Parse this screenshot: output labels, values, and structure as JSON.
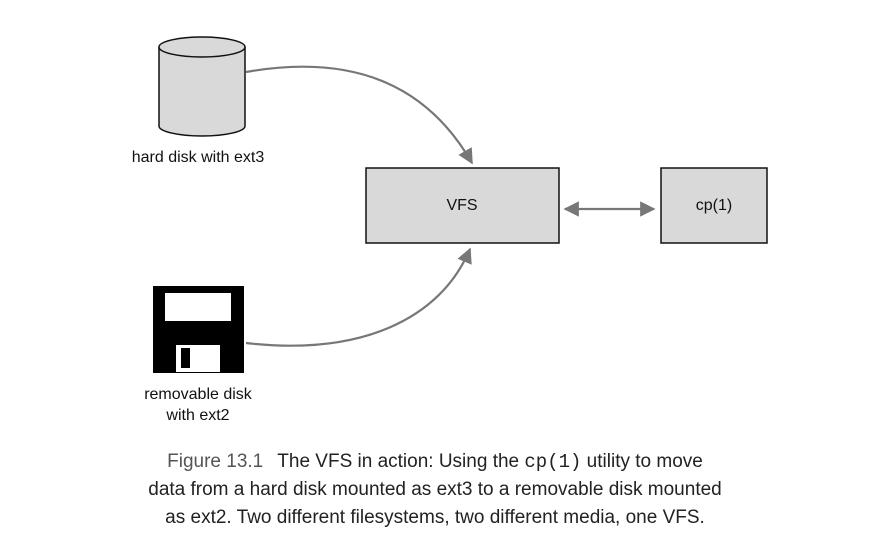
{
  "nodes": {
    "hard_disk": {
      "label": "hard disk with ext3",
      "icon": "hard-disk-cylinder-icon"
    },
    "removable_disk": {
      "label_line1": "removable disk",
      "label_line2": "with ext2",
      "icon": "floppy-disk-icon"
    },
    "vfs": {
      "label": "VFS"
    },
    "cp": {
      "label": "cp(1)"
    }
  },
  "caption": {
    "figure_number": "Figure 13.1",
    "part1": "The VFS in action: Using the ",
    "command": "cp(1)",
    "part2": " utility to move",
    "line2": "data from a hard disk mounted as ext3 to a removable disk mounted",
    "line3": "as ext2. Two different filesystems, two different media, one VFS."
  },
  "colors": {
    "box_fill": "#d9d9d9",
    "box_stroke": "#111111",
    "arrow": "#777777",
    "floppy": "#000000"
  }
}
